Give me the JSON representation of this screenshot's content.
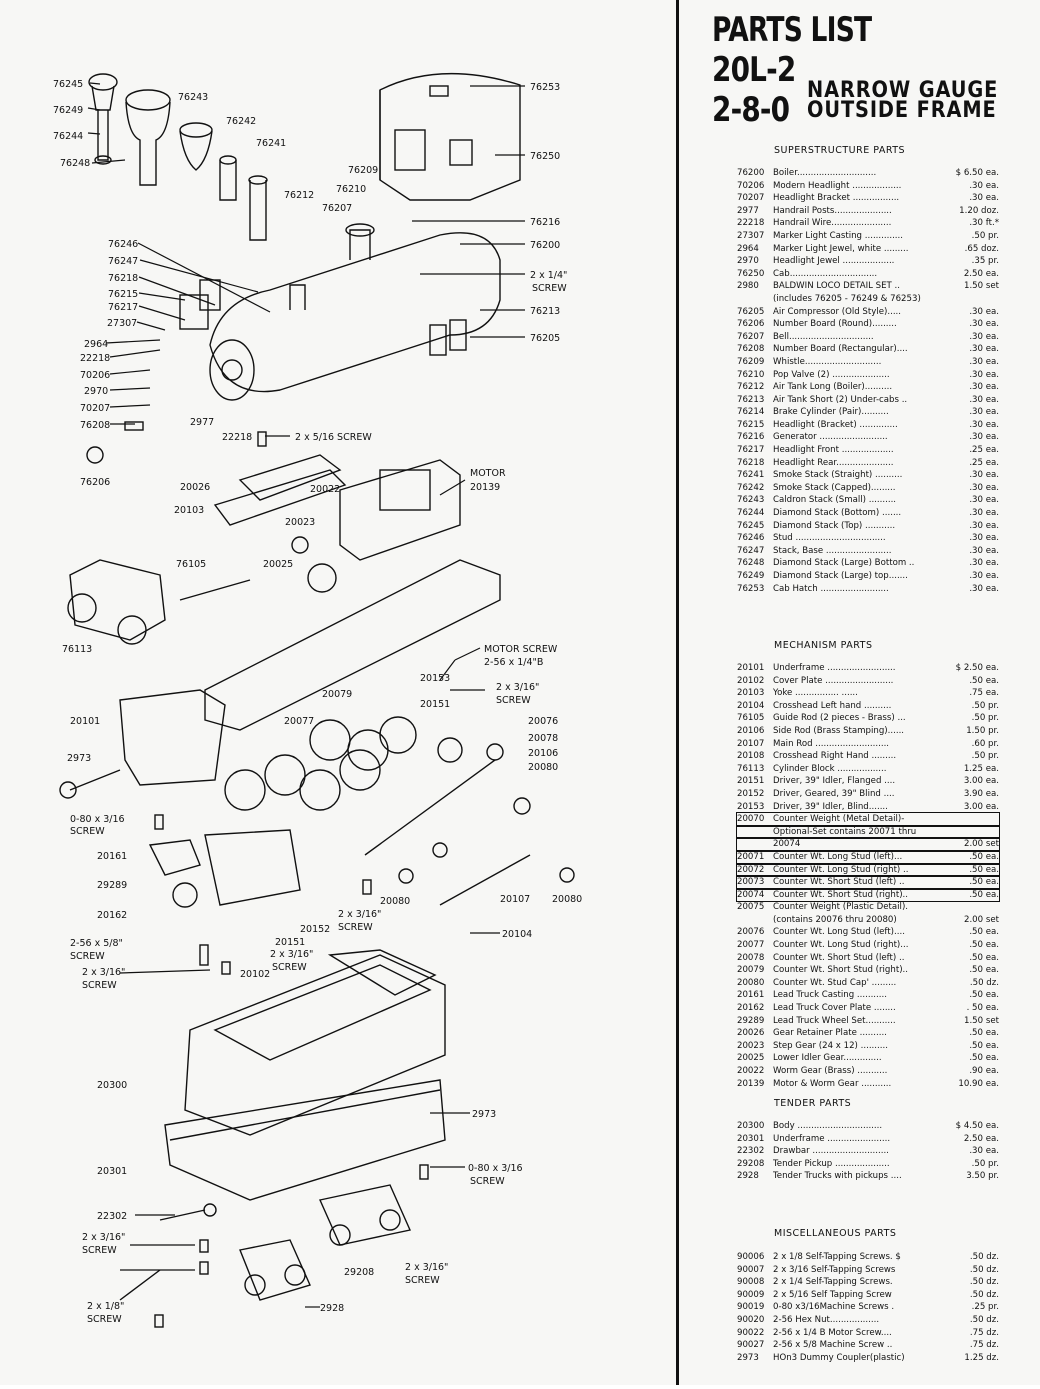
{
  "header": {
    "title": "PARTS LIST",
    "model": "20L-2",
    "wheel_arrangement": "2-8-0",
    "subtitle_line1": "NARROW GAUGE",
    "subtitle_line2": "OUTSIDE FRAME"
  },
  "sections": [
    {
      "title": "SUPERSTRUCTURE PARTS",
      "items": [
        {
          "no": "76200",
          "desc": "Boiler.............................",
          "price": "$ 6.50 ea."
        },
        {
          "no": "70206",
          "desc": "Modern Headlight ..................",
          "price": ".30 ea."
        },
        {
          "no": "70207",
          "desc": "Headlight Bracket .................",
          "price": ".30 ea."
        },
        {
          "no": "2977",
          "desc": "Handrail Posts.....................",
          "price": "1.20 doz."
        },
        {
          "no": "22218",
          "desc": "Handrail Wire......................",
          "price": ".30 ft.*"
        },
        {
          "no": "27307",
          "desc": "Marker Light Casting ..............",
          "price": ".50 pr."
        },
        {
          "no": "2964",
          "desc": "Marker Light Jewel, white .........",
          "price": ".65 doz."
        },
        {
          "no": "2970",
          "desc": "Headlight Jewel ...................",
          "price": ".35 pr."
        },
        {
          "no": "76250",
          "desc": "Cab................................",
          "price": "2.50 ea."
        },
        {
          "no": "2980",
          "desc": "BALDWIN LOCO DETAIL SET ..",
          "price": "1.50 set"
        },
        {
          "no": "",
          "desc": "(includes 76205 - 76249 & 76253)",
          "price": ""
        },
        {
          "no": "76205",
          "desc": "Air Compressor (Old Style).....",
          "price": ".30 ea."
        },
        {
          "no": "76206",
          "desc": "Number Board (Round).........",
          "price": ".30 ea."
        },
        {
          "no": "76207",
          "desc": "Bell...............................",
          "price": ".30 ea."
        },
        {
          "no": "76208",
          "desc": "Number Board (Rectangular)....",
          "price": ".30 ea."
        },
        {
          "no": "76209",
          "desc": "Whistle............................",
          "price": ".30 ea."
        },
        {
          "no": "76210",
          "desc": "Pop Valve (2) .....................",
          "price": ".30 ea."
        },
        {
          "no": "76212",
          "desc": "Air Tank Long (Boiler)..........",
          "price": ".30 ea."
        },
        {
          "no": "76213",
          "desc": "Air Tank Short (2) Under-cabs ..",
          "price": ".30 ea."
        },
        {
          "no": "76214",
          "desc": "Brake Cylinder (Pair)..........",
          "price": ".30 ea."
        },
        {
          "no": "76215",
          "desc": "Headlight (Bracket) ..............",
          "price": ".30 ea."
        },
        {
          "no": "76216",
          "desc": "Generator .........................",
          "price": ".30 ea."
        },
        {
          "no": "76217",
          "desc": "Headlight Front ...................",
          "price": ".25 ea."
        },
        {
          "no": "76218",
          "desc": "Headlight Rear.....................",
          "price": ".25 ea."
        },
        {
          "no": "76241",
          "desc": "Smoke Stack (Straight) ..........",
          "price": ".30 ea."
        },
        {
          "no": "76242",
          "desc": "Smoke Stack (Capped).........",
          "price": ".30 ea."
        },
        {
          "no": "76243",
          "desc": "Caldron Stack (Small) ..........",
          "price": ".30 ea."
        },
        {
          "no": "76244",
          "desc": "Diamond Stack (Bottom) .......",
          "price": ".30 ea."
        },
        {
          "no": "76245",
          "desc": "Diamond Stack (Top) ...........",
          "price": ".30 ea."
        },
        {
          "no": "76246",
          "desc": "Stud .................................",
          "price": ".30 ea."
        },
        {
          "no": "76247",
          "desc": "Stack, Base ........................",
          "price": ".30 ea."
        },
        {
          "no": "76248",
          "desc": "Diamond Stack (Large) Bottom ..",
          "price": ".30 ea."
        },
        {
          "no": "76249",
          "desc": "Diamond Stack (Large) top.......",
          "price": ".30 ea."
        },
        {
          "no": "76253",
          "desc": "Cab Hatch .........................",
          "price": ".30 ea."
        }
      ]
    },
    {
      "title": "MECHANISM PARTS",
      "items": [
        {
          "no": "20101",
          "desc": "Underframe .........................",
          "price": "$ 2.50 ea."
        },
        {
          "no": "20102",
          "desc": "Cover Plate .........................",
          "price": ".50 ea."
        },
        {
          "no": "20103",
          "desc": "Yoke ................ ......",
          "price": ".75 ea."
        },
        {
          "no": "20104",
          "desc": "Crosshead Left hand ..........",
          "price": ".50 pr."
        },
        {
          "no": "76105",
          "desc": "Guide Rod (2 pieces - Brass) ...",
          "price": ".50 pr."
        },
        {
          "no": "20106",
          "desc": "Side Rod (Brass Stamping)......",
          "price": "1.50 pr."
        },
        {
          "no": "20107",
          "desc": "Main Rod ...........................",
          "price": ".60 pr."
        },
        {
          "no": "20108",
          "desc": "Crosshead Right Hand .........",
          "price": ".50 pr."
        },
        {
          "no": "76113",
          "desc": "Cylinder Block ..................",
          "price": "1.25 ea."
        },
        {
          "no": "20151",
          "desc": "Driver, 39\" Idler, Flanged ....",
          "price": "3.00 ea."
        },
        {
          "no": "20152",
          "desc": "Driver, Geared, 39\" Blind ....",
          "price": "3.90 ea."
        },
        {
          "no": "20153",
          "desc": "Driver, 39\" Idler, Blind.......",
          "price": "3.00 ea."
        },
        {
          "no": "20070",
          "desc": "Counter Weight (Metal Detail)-",
          "price": "",
          "boxed": true
        },
        {
          "no": "",
          "desc": "Optional-Set contains 20071 thru",
          "price": "",
          "boxed": true
        },
        {
          "no": "",
          "desc": "20074",
          "price": "2.00 set",
          "boxed": true
        },
        {
          "no": "20071",
          "desc": "Counter Wt. Long Stud (left)...",
          "price": ".50 ea.",
          "boxed": true
        },
        {
          "no": "20072",
          "desc": "Counter Wt. Long Stud (right) ..",
          "price": ".50 ea.",
          "boxed": true
        },
        {
          "no": "20073",
          "desc": "Counter Wt. Short Stud (left) ..",
          "price": ".50 ea.",
          "boxed": true
        },
        {
          "no": "20074",
          "desc": "Counter Wt. Short Stud (right)..",
          "price": ".50 ea.",
          "boxed": true
        },
        {
          "no": "20075",
          "desc": "Counter Weight (Plastic Detail).",
          "price": ""
        },
        {
          "no": "",
          "desc": "(contains 20076 thru 20080)",
          "price": "2.00 set"
        },
        {
          "no": "20076",
          "desc": "Counter Wt. Long Stud (left)....",
          "price": ".50 ea."
        },
        {
          "no": "20077",
          "desc": "Counter Wt. Long Stud (right)...",
          "price": ".50 ea."
        },
        {
          "no": "20078",
          "desc": "Counter Wt. Short Stud (left) ..",
          "price": ".50 ea."
        },
        {
          "no": "20079",
          "desc": "Counter Wt. Short Stud (right)..",
          "price": ".50 ea."
        },
        {
          "no": "20080",
          "desc": "Counter Wt. Stud Cap' .........",
          "price": ".50 dz."
        },
        {
          "no": "20161",
          "desc": "Lead Truck Casting ...........",
          "price": ".50 ea."
        },
        {
          "no": "20162",
          "desc": "Lead Truck Cover Plate ........",
          "price": ". 50 ea."
        },
        {
          "no": "29289",
          "desc": "Lead Truck Wheel Set...........",
          "price": "1.50 set"
        },
        {
          "no": "20026",
          "desc": "Gear Retainer Plate ..........",
          "price": ".50 ea."
        },
        {
          "no": "20023",
          "desc": "Step Gear (24 x 12) ..........",
          "price": ".50 ea."
        },
        {
          "no": "20025",
          "desc": "Lower Idler Gear..............",
          "price": ".50 ea."
        },
        {
          "no": "20022",
          "desc": "Worm Gear (Brass) ...........",
          "price": ".90 ea."
        },
        {
          "no": "20139",
          "desc": "Motor & Worm Gear ...........",
          "price": "10.90 ea."
        }
      ]
    },
    {
      "title": "TENDER PARTS",
      "items": [
        {
          "no": "20300",
          "desc": "Body ...............................",
          "price": "$ 4.50 ea."
        },
        {
          "no": "20301",
          "desc": "Underframe .......................",
          "price": "2.50 ea."
        },
        {
          "no": "22302",
          "desc": "Drawbar ............................",
          "price": ".30 ea."
        },
        {
          "no": "29208",
          "desc": "Tender Pickup ....................",
          "price": ".50 pr."
        },
        {
          "no": "2928",
          "desc": "Tender Trucks with pickups ....",
          "price": "3.50 pr."
        }
      ]
    },
    {
      "title": "MISCELLANEOUS PARTS",
      "items": [
        {
          "no": "90006",
          "desc": "2 x 1/8 Self-Tapping Screws.  $",
          "price": ".50 dz."
        },
        {
          "no": "90007",
          "desc": "2 x 3/16 Self-Tapping Screws",
          "price": ".50 dz."
        },
        {
          "no": "90008",
          "desc": "2 x 1/4 Self-Tapping Screws.",
          "price": ".50 dz."
        },
        {
          "no": "90009",
          "desc": "2 x 5/16 Self Tapping Screw",
          "price": ".50 dz."
        },
        {
          "no": "90019",
          "desc": "0-80 x3/16Machine Screws  .",
          "price": ".25 pr."
        },
        {
          "no": "90020",
          "desc": "2-56 Hex Nut..................",
          "price": ".50 dz."
        },
        {
          "no": "90022",
          "desc": "2-56 x 1/4 B Motor Screw....",
          "price": ".75 dz."
        },
        {
          "no": "90027",
          "desc": "2-56 x 5/8 Machine Screw ..",
          "price": ".75 dz."
        },
        {
          "no": "2973",
          "desc": "HOn3 Dummy Coupler(plastic)",
          "price": "1.25 dz."
        }
      ]
    }
  ],
  "diagram_labels": [
    "76245",
    "76249",
    "76244",
    "76248",
    "76243",
    "76242",
    "76241",
    "76253",
    "76250",
    "76209",
    "76212",
    "76210",
    "76207",
    "76216",
    "76200",
    "76246",
    "76247",
    "76218",
    "76215",
    "76217",
    "27307",
    "2964",
    "22218",
    "70206",
    "2970",
    "70207",
    "76208",
    "2977",
    "76206",
    "2 x 1/4\"",
    "SCREW",
    "76213",
    "76205",
    "22218",
    "2 x 5/16  SCREW",
    "20026",
    "20022",
    "MOTOR",
    "20139",
    "20103",
    "20023",
    "76105",
    "20025",
    "76113",
    "MOTOR SCREW",
    "2-56 x 1/4\"B",
    "20153",
    "2 x 3/16\"",
    "SCREW",
    "20079",
    "20151",
    "20101",
    "20077",
    "20076",
    "20078",
    "20106",
    "20080",
    "2973",
    "0-80 x 3/16",
    "SCREW",
    "20161",
    "29289",
    "20162",
    "20080",
    "20107",
    "20080",
    "2 x 3/16\"",
    "SCREW",
    "20152",
    "20151",
    "20104",
    "2-56 x 5/8\"",
    "SCREW",
    "2 x 3/16\"",
    "SCREW",
    "20102",
    "2 x 3/16\"",
    "SCREW",
    "20300",
    "2973",
    "20301",
    "0-80 x  3/16",
    "SCREW",
    "22302",
    "2 x 3/16\"",
    "SCREW",
    "29208",
    "2 x 3/16\"",
    "SCREW",
    "2 x 1/8\"",
    "SCREW",
    "2928"
  ]
}
